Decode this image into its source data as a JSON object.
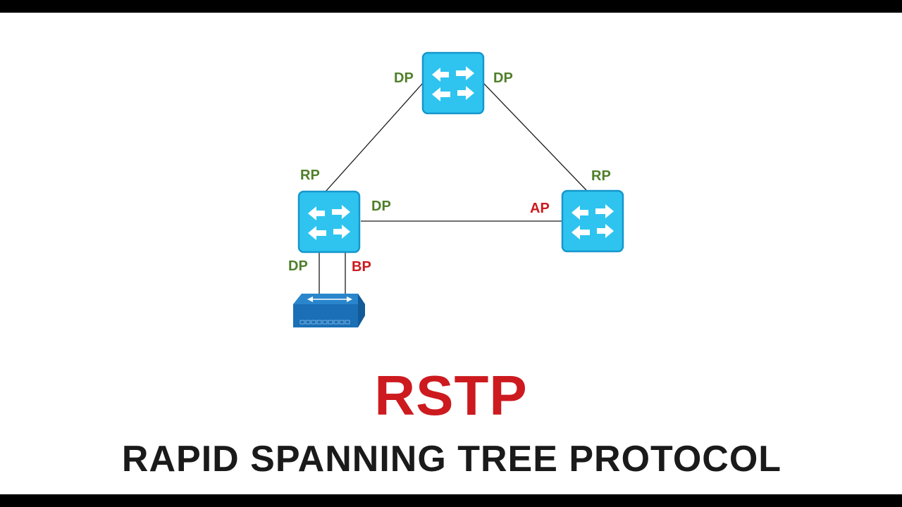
{
  "colors": {
    "designated_label": "#4f7f2a",
    "blocked_label": "#cc1a1f",
    "switch_fill": "#2fc4ef",
    "switch_border": "#1597cc",
    "access_switch": "#1a6fb6",
    "link": "#1a1a1a",
    "title_main": "#cc1a1f",
    "title_sub": "#1a1a1a"
  },
  "icons": {
    "core_switch": "multilayer-switch-icon",
    "access_switch": "workgroup-switch-icon"
  },
  "nodes": [
    {
      "id": "top",
      "icon": "multilayer-switch-icon"
    },
    {
      "id": "left",
      "icon": "multilayer-switch-icon"
    },
    {
      "id": "right",
      "icon": "multilayer-switch-icon"
    },
    {
      "id": "access",
      "icon": "workgroup-switch-icon"
    }
  ],
  "links": [
    {
      "from": "top",
      "to": "left"
    },
    {
      "from": "top",
      "to": "right"
    },
    {
      "from": "left",
      "to": "right"
    },
    {
      "from": "left",
      "to": "access",
      "note": "first"
    },
    {
      "from": "left",
      "to": "access",
      "note": "second"
    }
  ],
  "port_labels": {
    "top_left": "DP",
    "top_right": "DP",
    "left_up": "RP",
    "left_right": "DP",
    "left_down_1": "DP",
    "left_down_2": "BP",
    "right_up": "RP",
    "right_left": "AP"
  },
  "title": {
    "main": "RSTP",
    "sub": "RAPID SPANNING TREE PROTOCOL"
  }
}
